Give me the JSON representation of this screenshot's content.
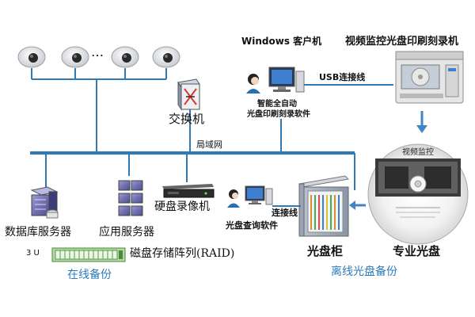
{
  "labels": {
    "camera_dots": "…",
    "switch": "交换机",
    "lan": "局域网",
    "windows_client": "Windows 客户机",
    "printer_title": "视频监控光盘印刷刻录机",
    "usb": "USB连接线",
    "software_line1": "智能全自动",
    "software_line2": "光盘印刷刻录软件",
    "dvr": "硬盘录像机",
    "db_server": "数据库服务器",
    "app_server": "应用服务器",
    "raid_units": "3 U",
    "raid": "磁盘存储阵列(RAID)",
    "online_backup": "在线备份",
    "query_software": "光盘查询软件",
    "cable": "连接线",
    "cabinet": "光盘柜",
    "pro_disc": "专业光盘",
    "offline_backup": "离线光盘备份",
    "disc_label": "视频监控"
  },
  "colors": {
    "line": "#2f79b5",
    "bus": "#2f79b5",
    "arrow": "#3e86c6",
    "accent_blue": "#2b7bbd",
    "server_purple": "#6a6ab0",
    "raid_green": "#4a8a3a"
  }
}
